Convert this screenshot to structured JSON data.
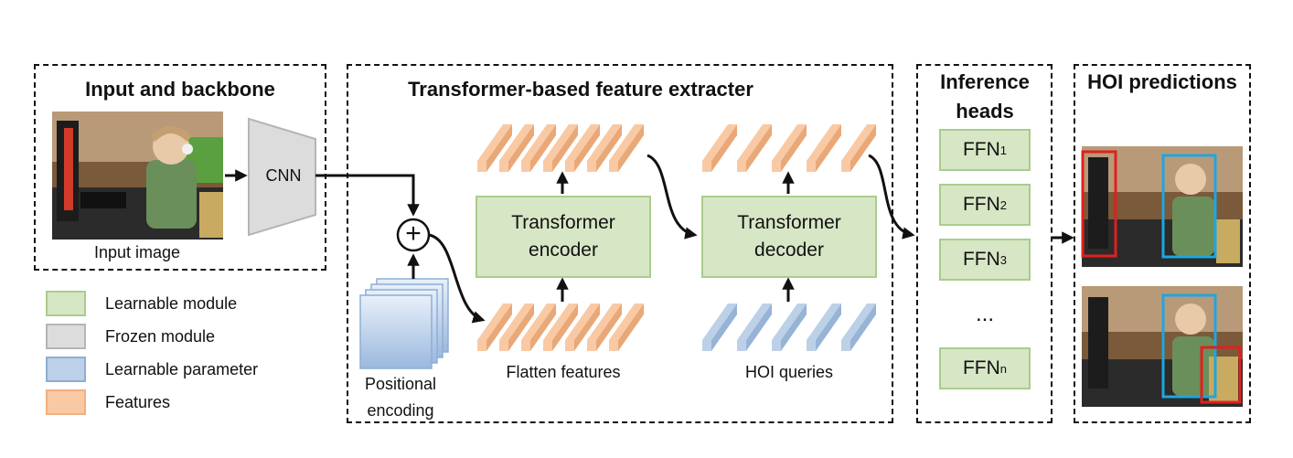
{
  "sections": {
    "input": {
      "title": "Input and backbone",
      "image_caption": "Input image",
      "cnn_label": "CNN"
    },
    "transformer": {
      "title": "Transformer-based feature extracter",
      "encoder_label": "Transformer encoder",
      "decoder_label": "Transformer decoder",
      "flatten_label": "Flatten features",
      "queries_label": "HOI queries",
      "positional_label": "Positional encoding",
      "plus_symbol": "+"
    },
    "inference": {
      "title": "Inference heads",
      "ffn": [
        {
          "base": "FFN",
          "sub": "1"
        },
        {
          "base": "FFN",
          "sub": "2"
        },
        {
          "base": "FFN",
          "sub": "3"
        },
        {
          "base": "FFN",
          "sub": "n"
        }
      ],
      "ellipsis": "..."
    },
    "predictions": {
      "title": "HOI predictions"
    }
  },
  "legend": [
    {
      "label": "Learnable module",
      "color": "#d7e6c5",
      "border": "#a9cd8c"
    },
    {
      "label": "Frozen module",
      "color": "#dcdcdc",
      "border": "#b5b5b5"
    },
    {
      "label": "Learnable parameter",
      "color": "#bcd0e8",
      "border": "#8eaed6"
    },
    {
      "label": "Features",
      "color": "#f9c9a4",
      "border": "#f0b080"
    }
  ],
  "colors": {
    "feature": "#f9c9a4",
    "feature_dark": "#e9a878",
    "query": "#bcd0e8",
    "query_dark": "#97b3d6",
    "human_box": "#1fa6e0",
    "object_box": "#e0201f"
  }
}
